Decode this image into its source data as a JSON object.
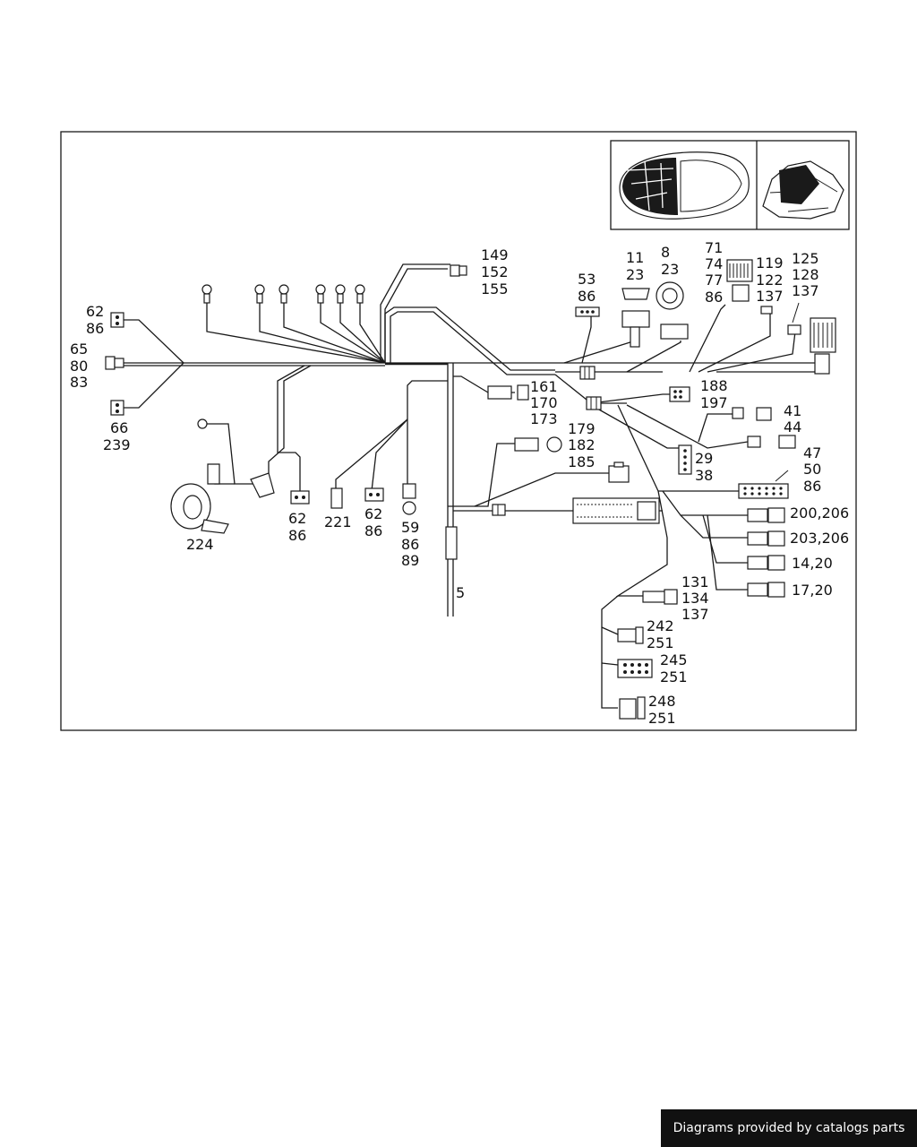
{
  "callouts": {
    "c149": [
      "149",
      "152",
      "155"
    ],
    "c53": [
      "53",
      "86"
    ],
    "c11": [
      "11",
      "23"
    ],
    "c8": [
      "8",
      "23"
    ],
    "c71": [
      "71",
      "74",
      "77",
      "86"
    ],
    "c119": [
      "119",
      "122",
      "137"
    ],
    "c125": [
      "125",
      "128",
      "137"
    ],
    "c62a": [
      "62",
      "86"
    ],
    "c65": [
      "65",
      "80",
      "83"
    ],
    "c66": [
      "66",
      "239"
    ],
    "c161": [
      "161",
      "170",
      "173"
    ],
    "c188": [
      "188",
      "197"
    ],
    "c41": [
      "41",
      "44"
    ],
    "c179": [
      "179",
      "182",
      "185"
    ],
    "c29": [
      "29",
      "38"
    ],
    "c47": [
      "47",
      "50",
      "86"
    ],
    "c200": [
      "200,206"
    ],
    "c203": [
      "203,206"
    ],
    "c14": [
      "14,20"
    ],
    "c17": [
      "17,20"
    ],
    "c62b": [
      "62",
      "86"
    ],
    "c221": [
      "221"
    ],
    "c62c": [
      "62",
      "86"
    ],
    "c59": [
      "59",
      "86",
      "89"
    ],
    "c224": [
      "224"
    ],
    "c5": [
      "5"
    ],
    "c131": [
      "131",
      "134",
      "137"
    ],
    "c242": [
      "242",
      "251"
    ],
    "c245": [
      "245",
      "251"
    ],
    "c248": [
      "248",
      "251"
    ]
  },
  "watermark": "Diagrams provided by catalogs parts",
  "colors": {
    "line": "#1a1a1a",
    "background": "#ffffff",
    "watermark_bg": "#111111",
    "watermark_text": "#ffffff"
  }
}
